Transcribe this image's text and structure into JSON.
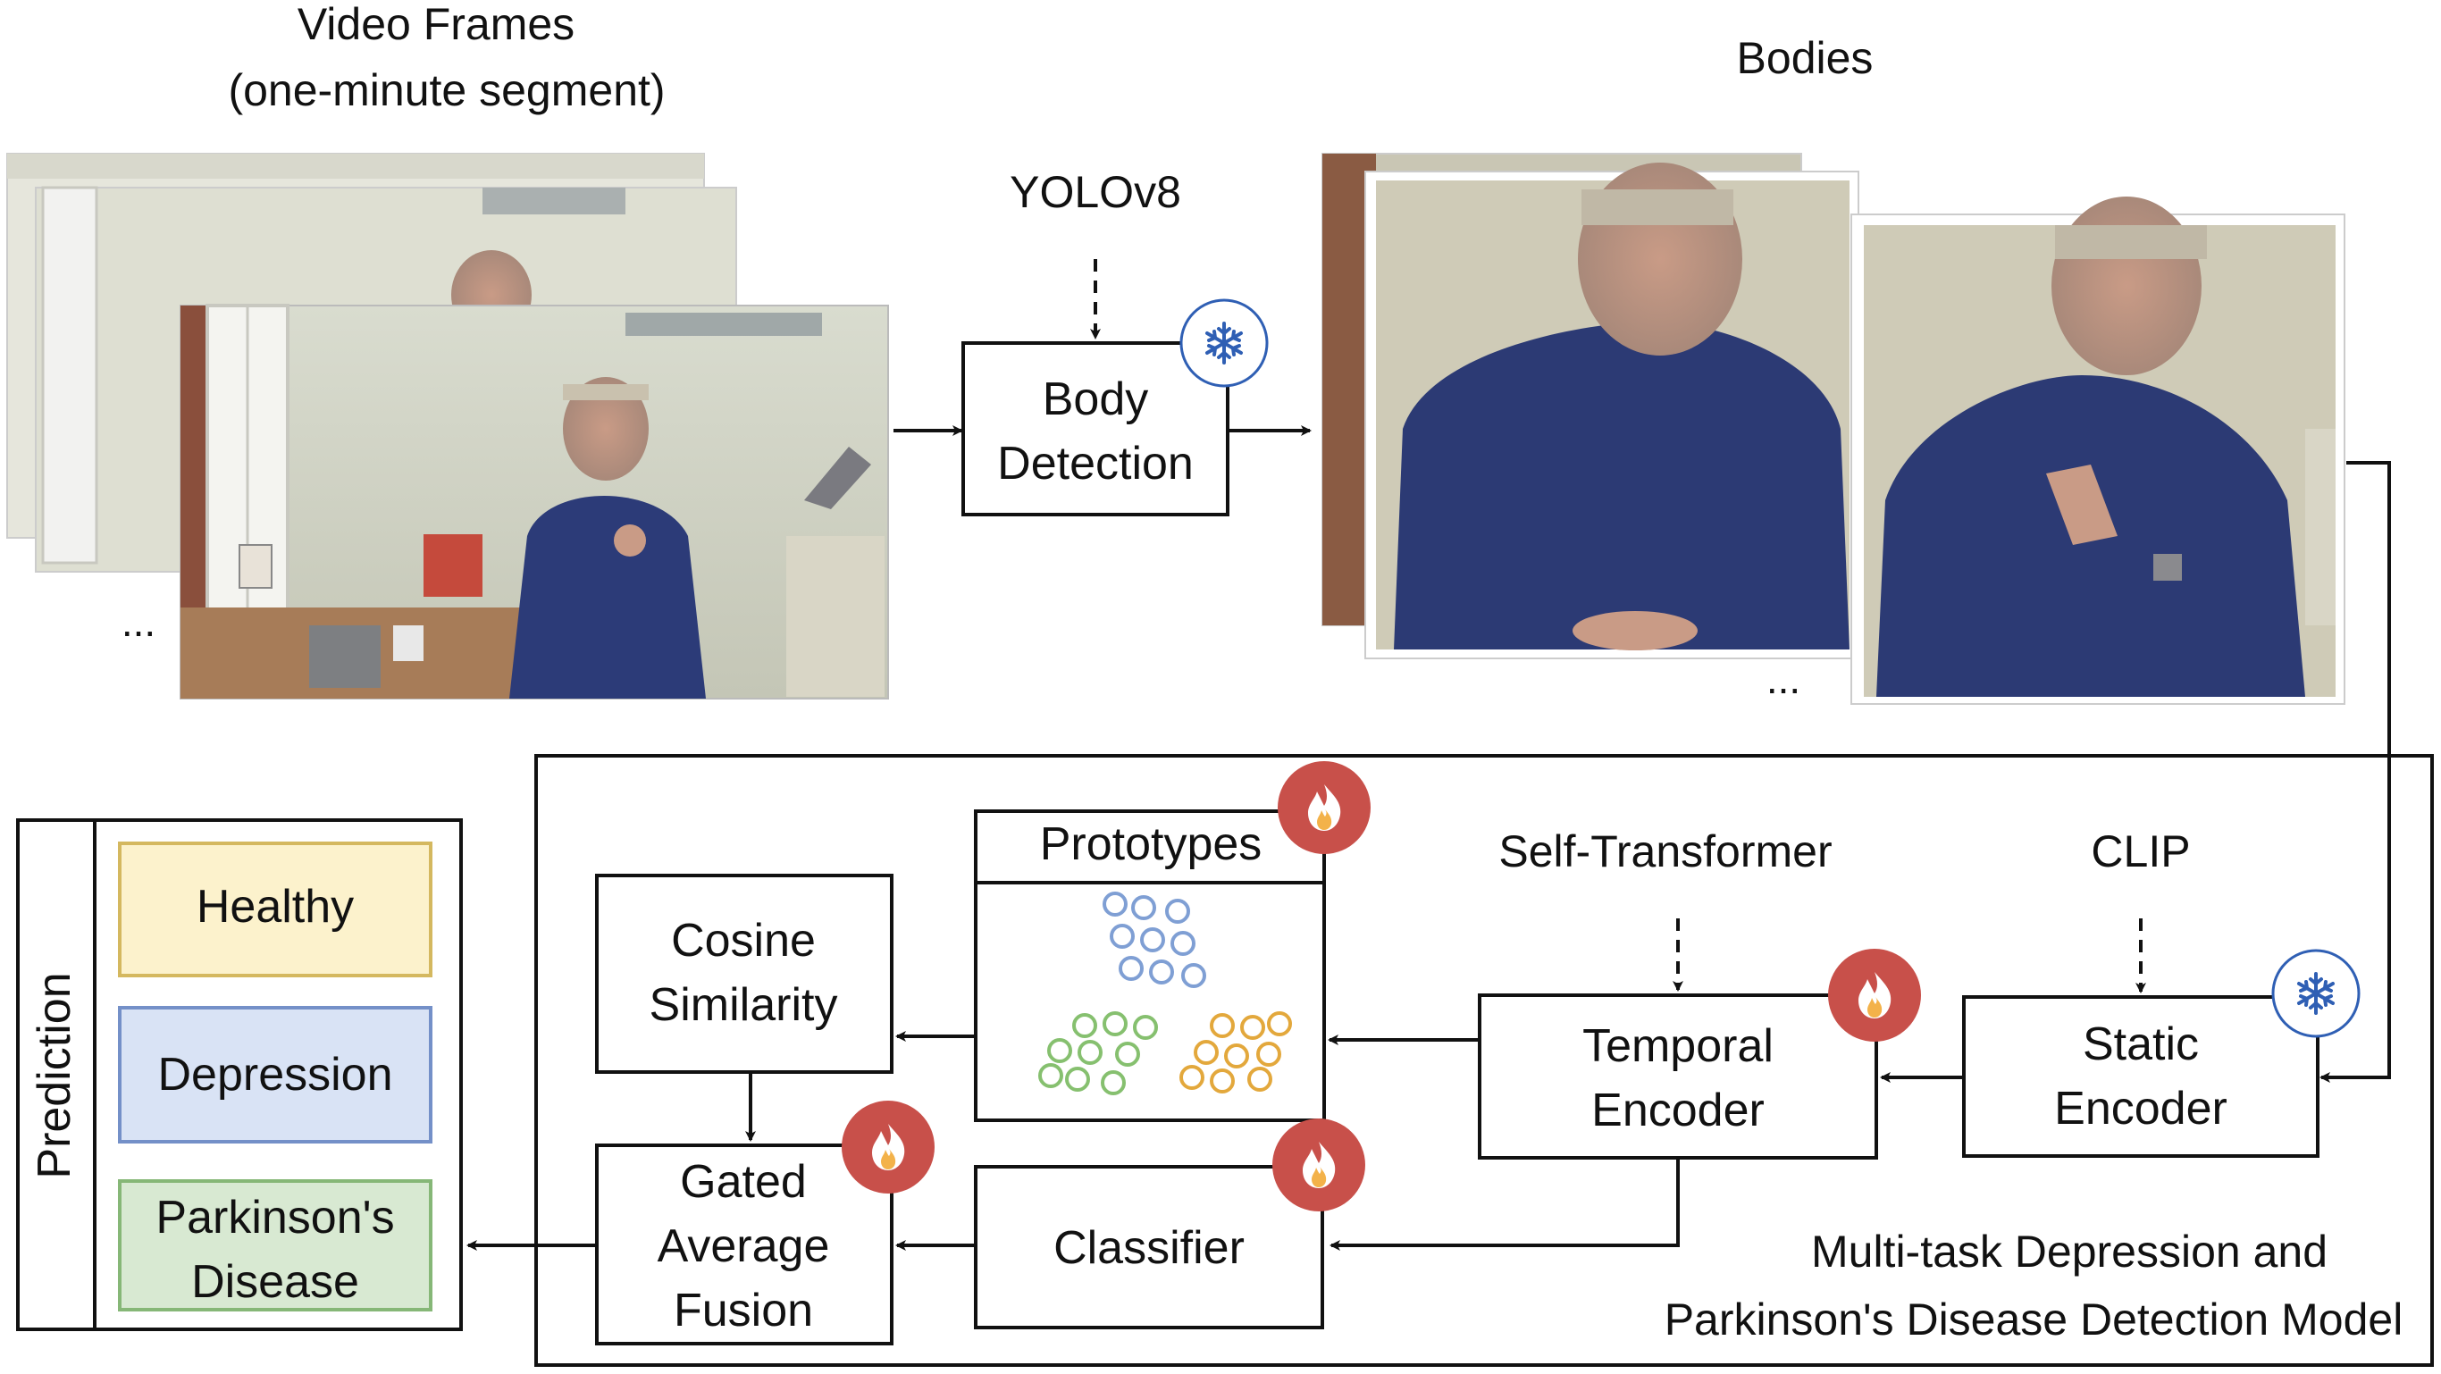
{
  "video_frames": {
    "title_line1": "Video Frames",
    "title_line2": "(one-minute segment)",
    "ellipsis": "..."
  },
  "yolo": {
    "label": "YOLOv8"
  },
  "body_detection": {
    "line1": "Body",
    "line2": "Detection"
  },
  "bodies": {
    "title": "Bodies",
    "ellipsis": "..."
  },
  "model": {
    "caption_line1": "Multi-task Depression and",
    "caption_line2": "Parkinson's Disease Detection Model",
    "clip_label": "CLIP",
    "self_transformer_label": "Self-Transformer",
    "static_encoder": {
      "line1": "Static",
      "line2": "Encoder"
    },
    "temporal_encoder": {
      "line1": "Temporal",
      "line2": "Encoder"
    },
    "prototypes": {
      "title": "Prototypes"
    },
    "cosine_similarity": {
      "line1": "Cosine",
      "line2": "Similarity"
    },
    "classifier": {
      "label": "Classifier"
    },
    "gated_fusion": {
      "line1": "Gated",
      "line2": "Average",
      "line3": "Fusion"
    }
  },
  "prediction": {
    "label": "Prediction",
    "classes": [
      {
        "line1": "Healthy",
        "line2": "",
        "fill": "#fcf2cc",
        "border": "#d4b85f"
      },
      {
        "line1": "Depression",
        "line2": "",
        "fill": "#d9e3f5",
        "border": "#7490c8"
      },
      {
        "line1": "Parkinson's",
        "line2": "Disease",
        "fill": "#d8e9d2",
        "border": "#86b777"
      }
    ]
  },
  "colors": {
    "frozen": "#2f5fb4",
    "trainable": "#c8504a",
    "cluster_blue": "#7f9fd4",
    "cluster_green": "#86c06f",
    "cluster_orange": "#e3a83c"
  },
  "icons": {
    "frozen": "snowflake-icon",
    "trainable": "flame-icon"
  }
}
